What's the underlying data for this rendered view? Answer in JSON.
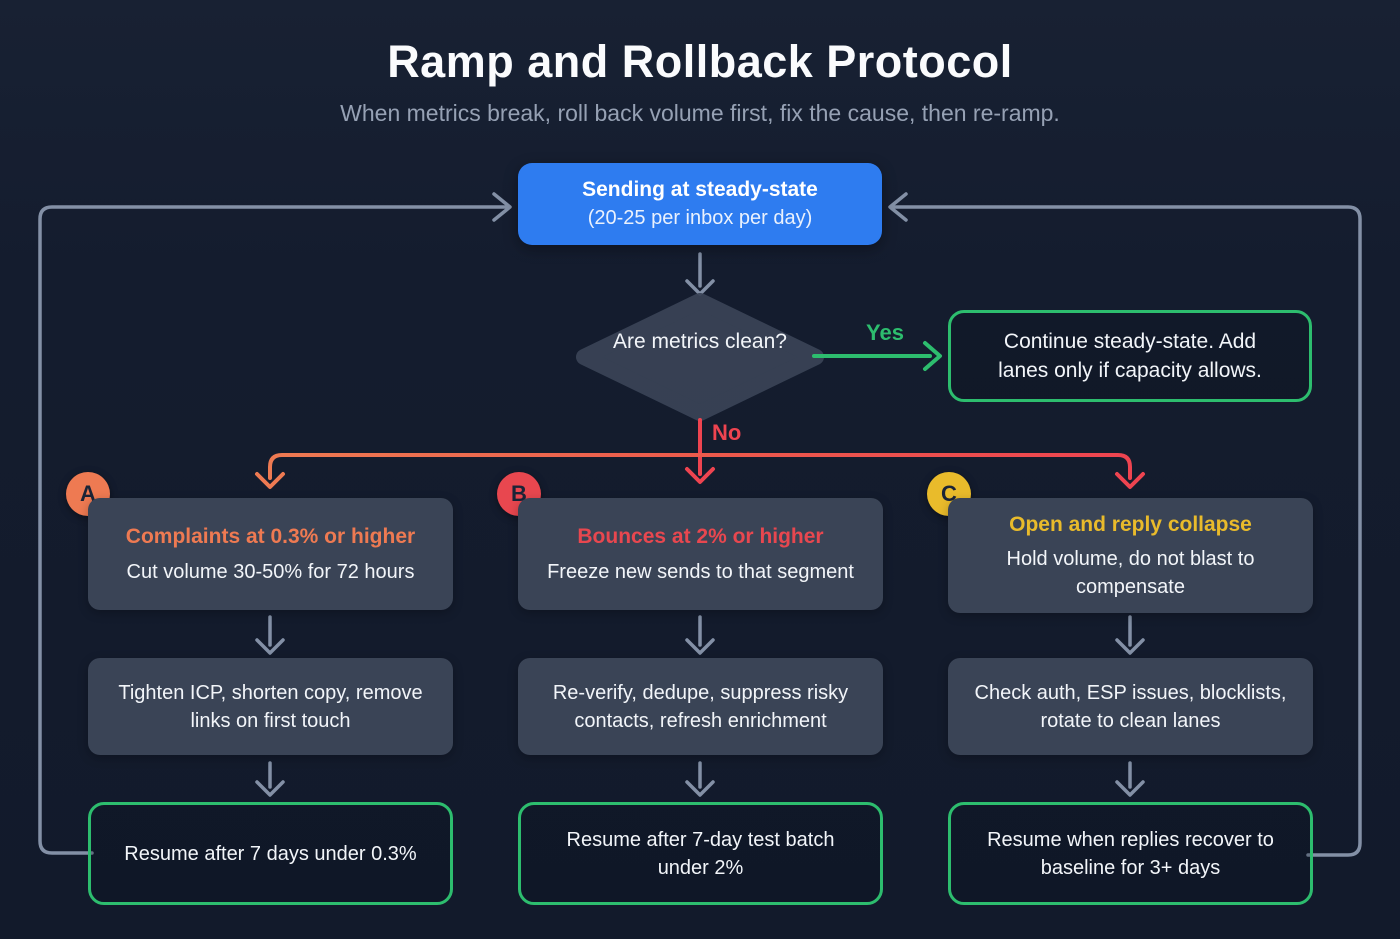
{
  "title": "Ramp and Rollback Protocol",
  "subtitle": "When metrics break, roll back volume first, fix the cause, then re-ramp.",
  "steady_state": {
    "line1": "Sending at steady-state",
    "line2": "(20-25 per inbox per day)"
  },
  "decision": {
    "question": "Are metrics clean?",
    "yes_label": "Yes",
    "no_label": "No"
  },
  "continue_box": {
    "text": "Continue steady-state. Add lanes only if capacity allows."
  },
  "branches": [
    {
      "badge": "A",
      "badge_color": "#ee7a52",
      "title": "Complaints at 0.3% or higher",
      "title_color": "#ee7a52",
      "action": "Cut volume 30-50% for 72 hours",
      "fix": "Tighten ICP, shorten copy, remove links on first touch",
      "resume": "Resume after 7 days under 0.3%"
    },
    {
      "badge": "B",
      "badge_color": "#e8474f",
      "title": "Bounces at 2% or higher",
      "title_color": "#e8474f",
      "action": "Freeze new sends to that segment",
      "fix": "Re-verify, dedupe, suppress risky contacts, refresh enrichment",
      "resume": "Resume after 7-day test batch under 2%"
    },
    {
      "badge": "C",
      "badge_color": "#e9bb2b",
      "title": "Open and reply collapse",
      "title_color": "#e9bb2b",
      "action": "Hold volume, do not blast to compensate",
      "fix": "Check auth, ESP issues, blocklists, rotate to clean lanes",
      "resume": "Resume when replies recover to baseline for 3+ days"
    }
  ],
  "colors": {
    "background": "#141c2e",
    "steady_box_blue": "#2e7cf0",
    "yes_green": "#2dbd6e",
    "no_red": "#ee4450",
    "branch_gradient_left": "#ee7a52",
    "branch_gradient_right": "#ee4450",
    "connector_gray": "#8violet",
    "panel_gray": "#3a4456"
  }
}
